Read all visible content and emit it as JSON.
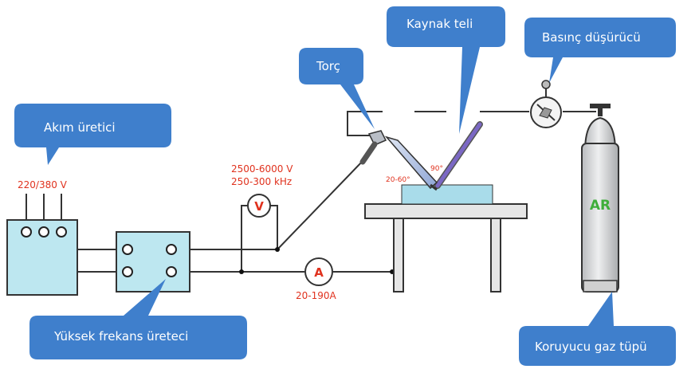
{
  "callouts": {
    "akim_uretici": "Akım üretici",
    "torc": "Torç",
    "kaynak_teli": "Kaynak teli",
    "basinc_dusurucu": "Basınç düşürücü",
    "yuksek_frekans": "Yüksek frekans üreteci",
    "koruyucu_gaz": "Koruyucu gaz tüpü"
  },
  "labels": {
    "supply_voltage": "220/380 V",
    "hf_voltage": "2500-6000 V",
    "hf_frequency": "250-300 kHz",
    "current_range": "20-190A",
    "torch_angle": "20-60°",
    "wire_angle": "90°",
    "gas": "AR"
  },
  "meters": {
    "voltmeter": "V",
    "ammeter": "A"
  },
  "colors": {
    "callout": "#3f7fcc",
    "box_fill": "#bde7f0",
    "label_red": "#e0321e",
    "gas_green": "#3fae3a",
    "wire_purple": "#7b68c4"
  }
}
